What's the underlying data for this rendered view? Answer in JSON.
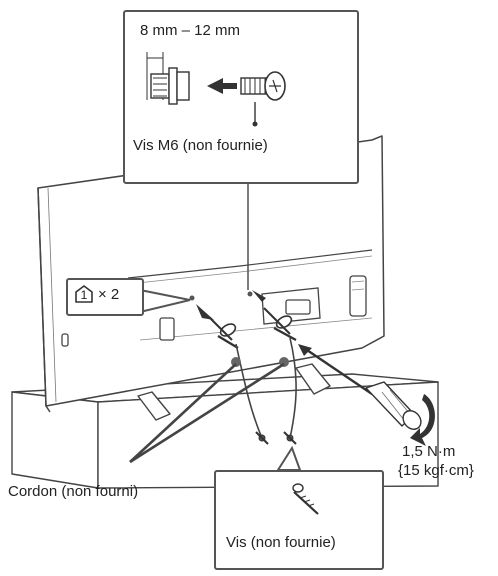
{
  "top_callout": {
    "dimension": "8 mm – 12 mm",
    "screw_label": "Vis M6 (non fournie)"
  },
  "left_callout": {
    "quantity": "× 2",
    "step_number": "1"
  },
  "cord_label": "Cordon (non fourni)",
  "torque": {
    "line1": "1,5 N·m",
    "line2": "{15 kgf·cm}"
  },
  "bottom_callout": {
    "screw_label": "Vis (non fournie)"
  }
}
